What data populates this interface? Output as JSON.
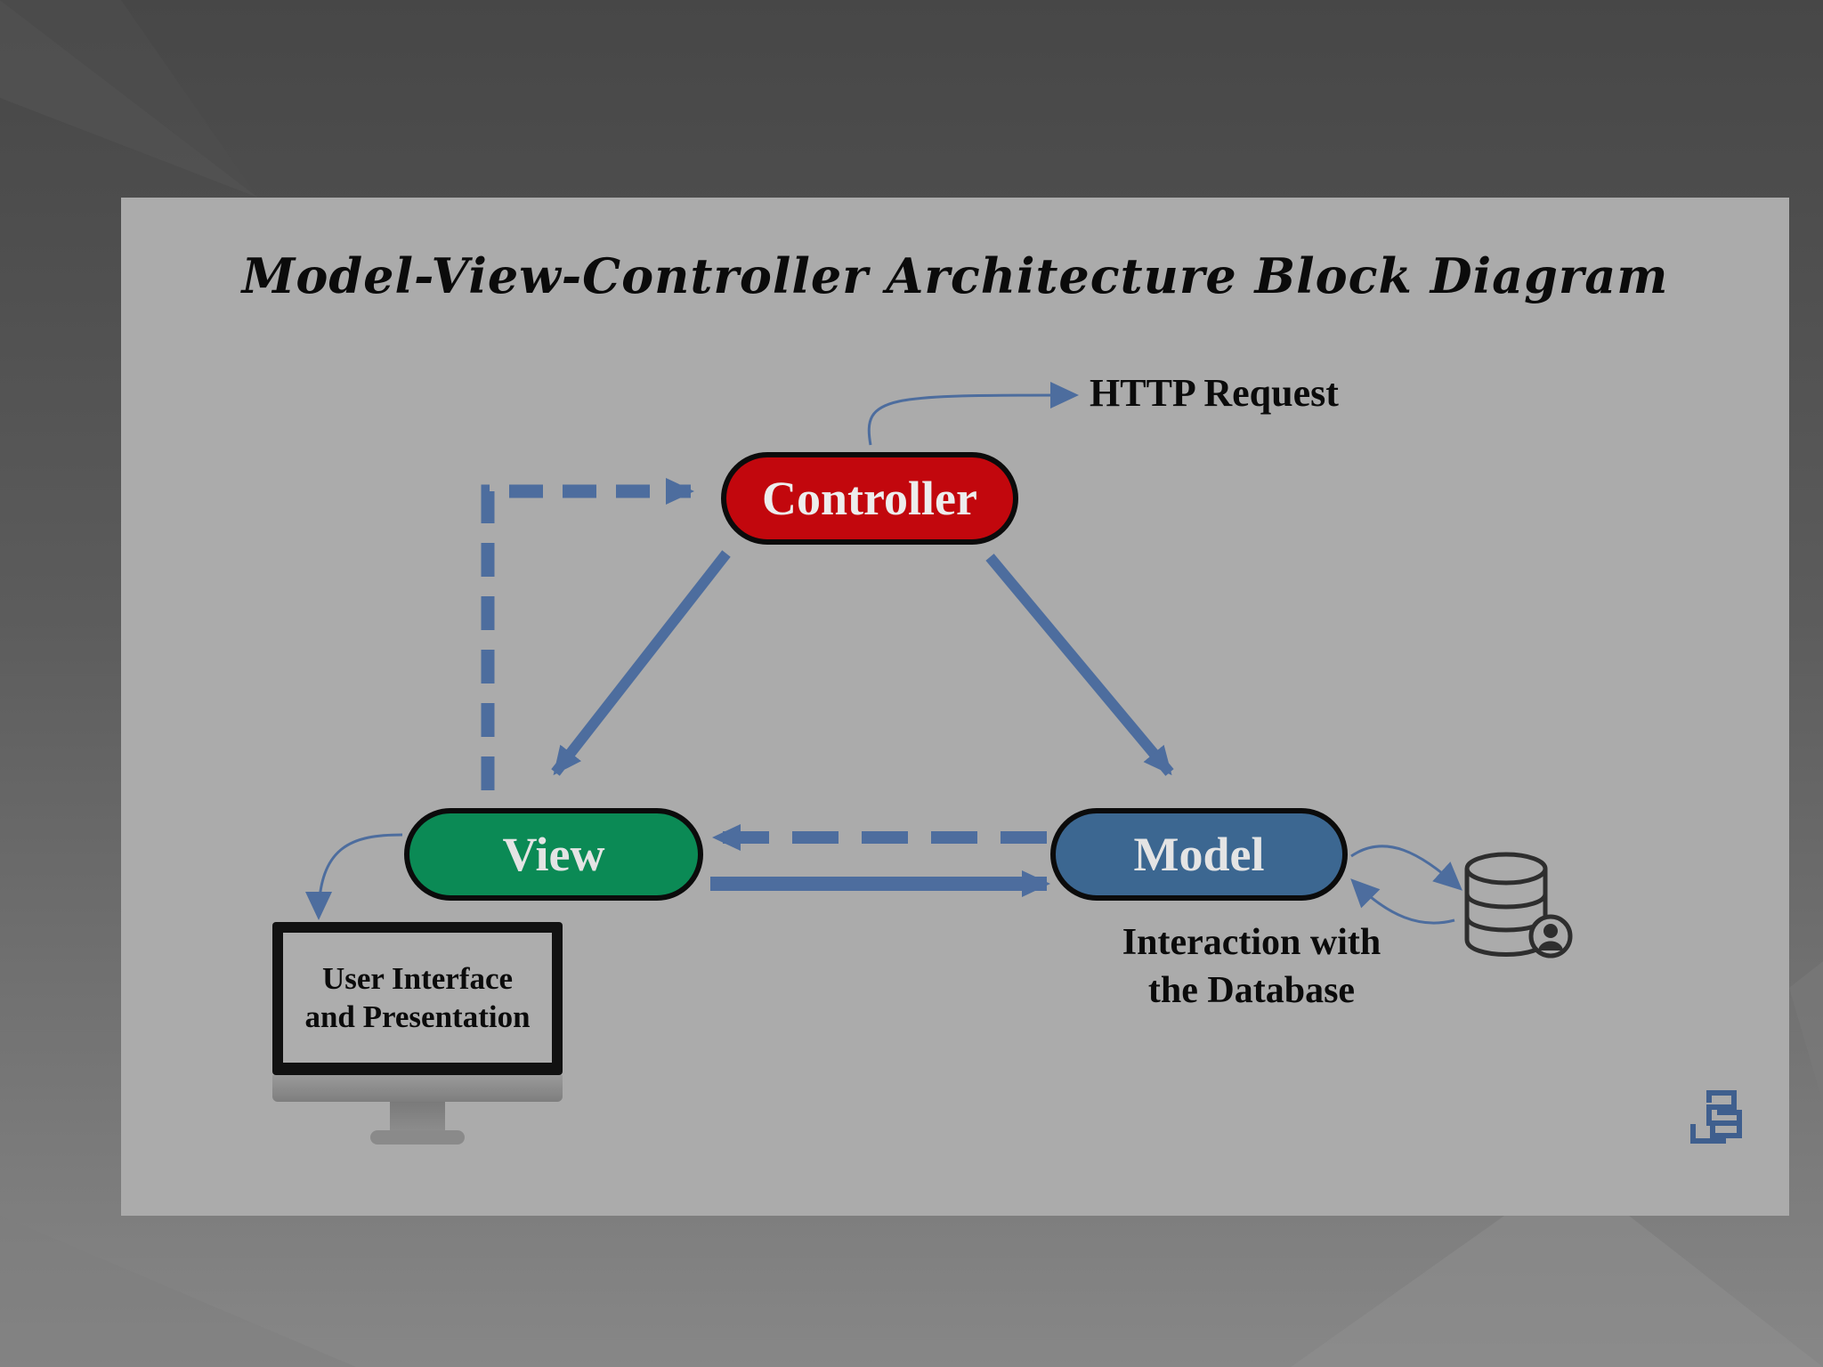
{
  "title": "Model-View-Controller Architecture Block Diagram",
  "nodes": {
    "controller": "Controller",
    "view": "View",
    "model": "Model"
  },
  "labels": {
    "http_request": "HTTP Request",
    "db_interaction_line1": "Interaction with",
    "db_interaction_line2": "the Database",
    "ui_line1": "User Interface",
    "ui_line2": "and Presentation"
  },
  "icons": [
    "database-user-icon",
    "monitor-icon",
    "brand-logo-icon"
  ],
  "colors": {
    "controller": "#c2070d",
    "view": "#0b8a55",
    "model": "#3c6791",
    "arrow": "#4d6d9e",
    "slide_background": "#ababab",
    "page_background": "#4a4a4a"
  }
}
